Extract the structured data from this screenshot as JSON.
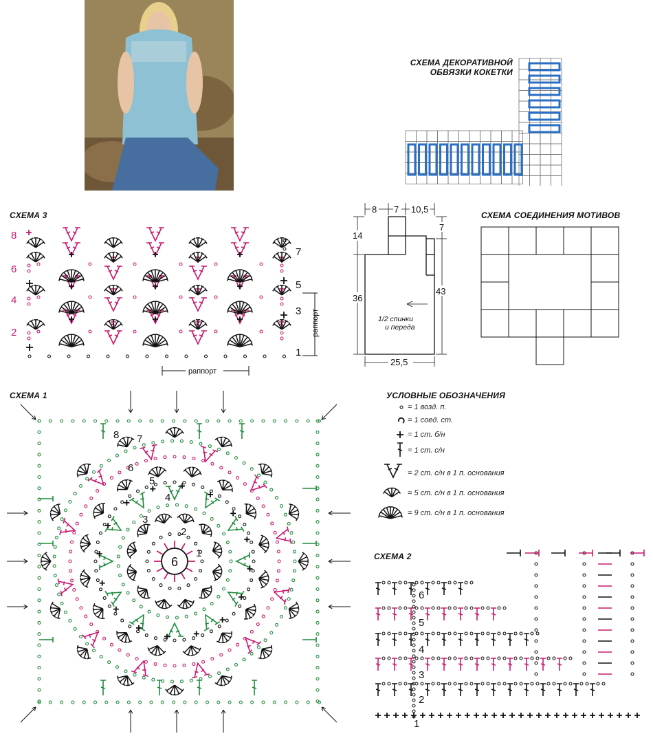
{
  "photo": {
    "description_icon": "model-photo"
  },
  "yoke_scheme": {
    "title_line1": "СХЕМА ДЕКОРАТИВНОЙ",
    "title_line2": "ОБВЯЗКИ КОКЕТКИ"
  },
  "scheme3": {
    "title": "СХЕМА 3",
    "left_rows": [
      "8",
      "6",
      "4",
      "2"
    ],
    "right_rows": [
      "7",
      "5",
      "3",
      "1"
    ],
    "rapport_vertical": "раппорт",
    "rapport_horizontal": "раппорт"
  },
  "pattern": {
    "dims_top": [
      "8",
      "7",
      "10,5"
    ],
    "dim_left_top": "14",
    "dim_left": "36",
    "dim_right_top": "7",
    "dim_right": "43",
    "dim_bottom": "25,5",
    "label_line1": "1/2 спинки",
    "label_line2": "и переда"
  },
  "joining": {
    "title": "СХЕМА СОЕДИНЕНИЯ МОТИВОВ"
  },
  "scheme1": {
    "title": "СХЕМА 1",
    "center": "6",
    "row_labels": [
      "1",
      "2",
      "3",
      "4",
      "5",
      "6",
      "7",
      "8"
    ]
  },
  "legend": {
    "title": "УСЛОВНЫЕ ОБОЗНАЧЕНИЯ",
    "items": [
      {
        "icon": "chain-stitch-icon",
        "text": "= 1 возд. п."
      },
      {
        "icon": "slip-stitch-icon",
        "text": "= 1 соед. ст."
      },
      {
        "icon": "single-crochet-icon",
        "text": "= 1 ст. б/н"
      },
      {
        "icon": "double-crochet-icon",
        "text": "= 1 ст. с/н"
      },
      {
        "icon": "v-stitch-icon",
        "text": "= 2 ст. с/н в 1 п. основания"
      },
      {
        "icon": "shell-5-icon",
        "text": "= 5 ст. с/н в 1 п. основания"
      },
      {
        "icon": "shell-9-icon",
        "text": "= 9 ст. с/н в 1 п. основания"
      }
    ]
  },
  "scheme2": {
    "title": "СХЕМА 2",
    "row_labels": [
      "6",
      "5",
      "4",
      "3",
      "2",
      "1"
    ]
  },
  "colors": {
    "magenta": "#c8186e",
    "green": "#1f8a3a",
    "blue": "#2a6fc4",
    "black": "#111111"
  }
}
